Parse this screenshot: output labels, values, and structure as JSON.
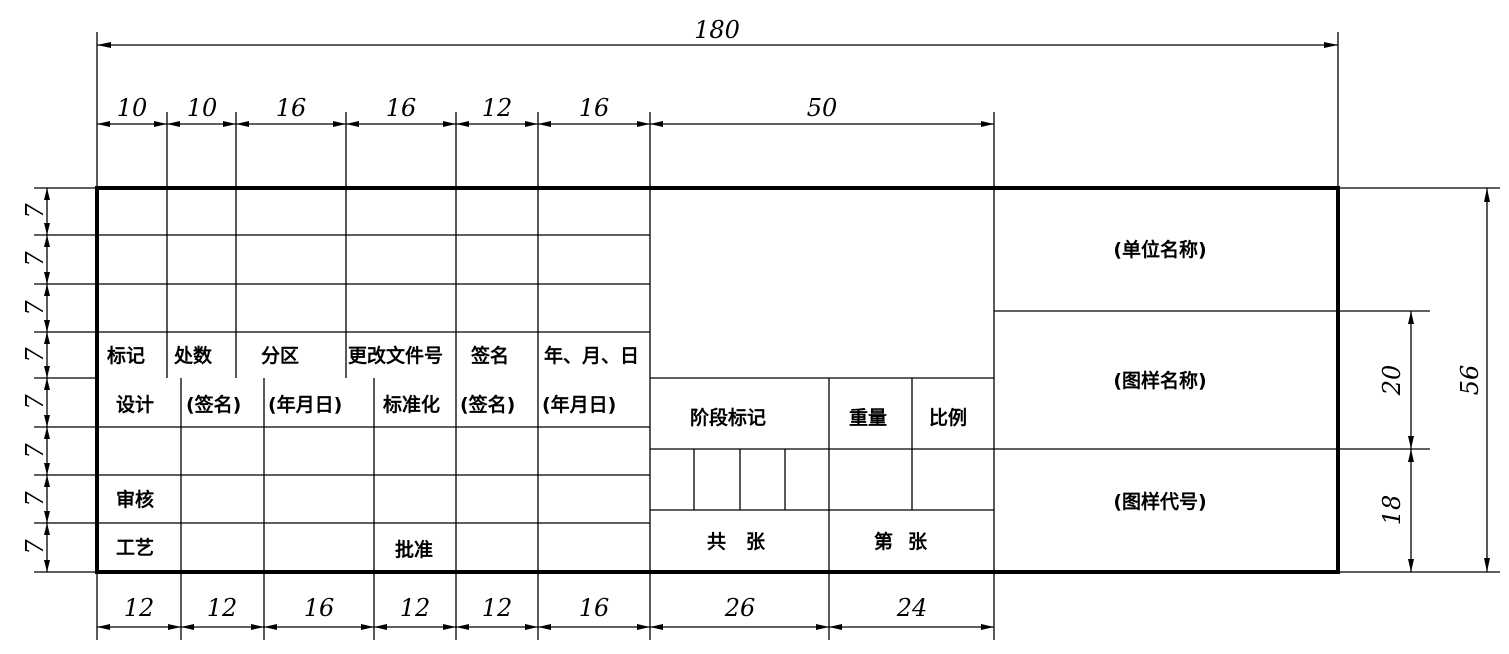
{
  "dims": {
    "overall_width": "180",
    "top_cols": [
      "10",
      "10",
      "16",
      "16",
      "12",
      "16",
      "50"
    ],
    "bottom_cols": [
      "12",
      "12",
      "16",
      "12",
      "12",
      "16",
      "26",
      "24"
    ],
    "row_heights": [
      "7",
      "7",
      "7",
      "7",
      "7",
      "7",
      "7",
      "7"
    ],
    "right_inner": [
      "20",
      "18"
    ],
    "right_total": "56"
  },
  "labels": {
    "unit_name": "(单位名称)",
    "drawing_name": "(图样名称)",
    "drawing_code": "(图样代号)",
    "header_row": [
      "标记",
      "处数",
      "分区",
      "更改文件号",
      "签名",
      "年、月、日"
    ],
    "sign_row": [
      "设计",
      "(签名)",
      "(年月日)",
      "标准化",
      "(签名)",
      "(年月日)"
    ],
    "review": "审核",
    "process": "工艺",
    "approve": "批准",
    "stage_mark": "阶段标记",
    "weight": "重量",
    "scale": "比例",
    "total_sheets_a": "共",
    "total_sheets_b": "张",
    "sheet_no_a": "第",
    "sheet_no_b": "张"
  }
}
